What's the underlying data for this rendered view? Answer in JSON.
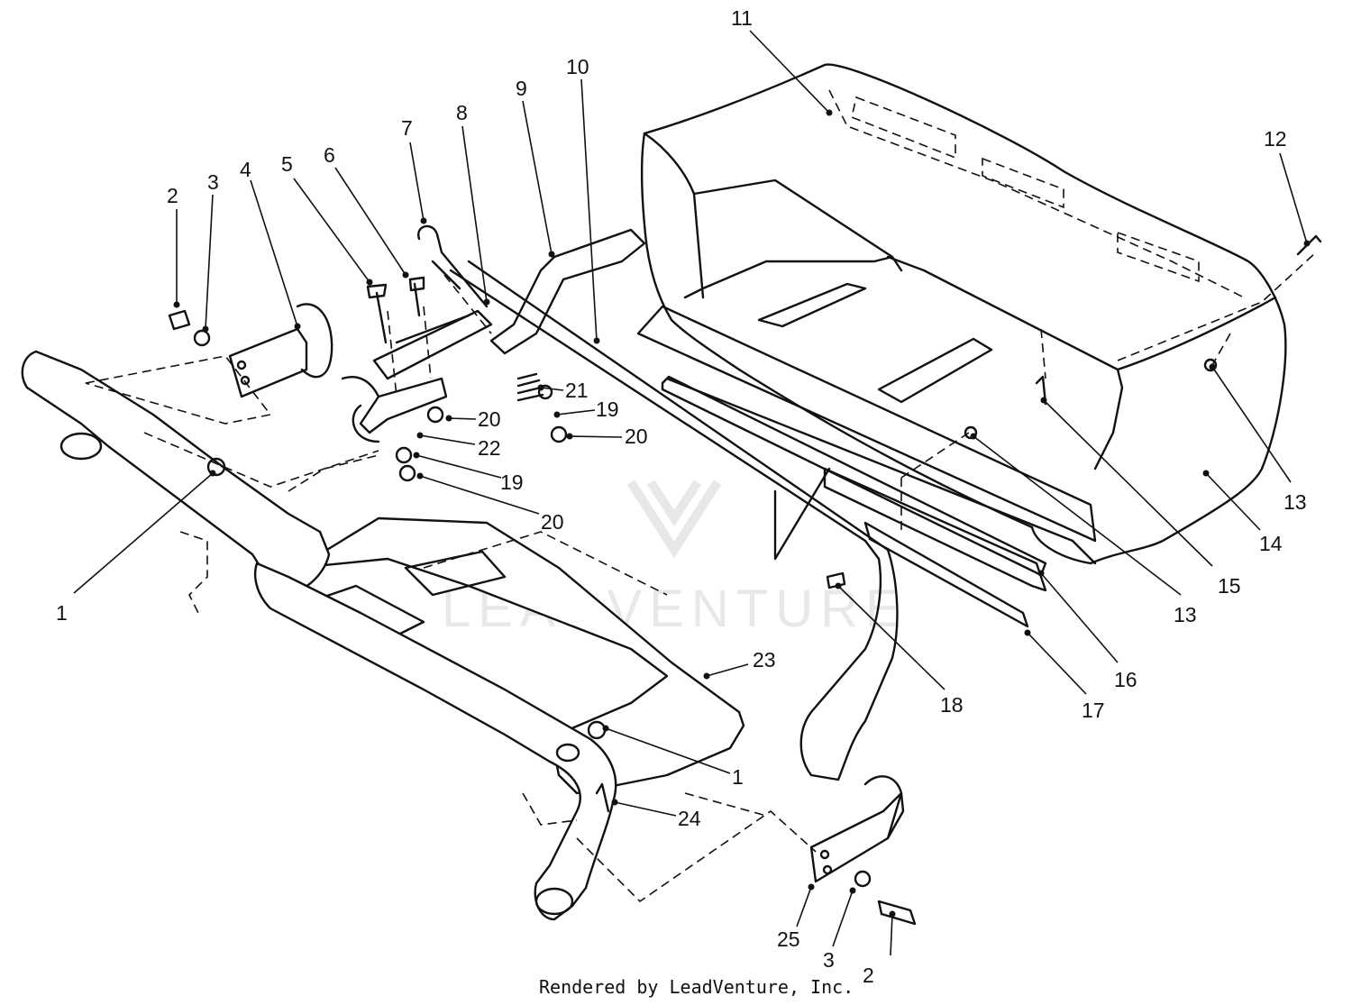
{
  "callouts": [
    {
      "id": "1",
      "label": "1"
    },
    {
      "id": "1b",
      "label": "1"
    },
    {
      "id": "2",
      "label": "2"
    },
    {
      "id": "2b",
      "label": "2"
    },
    {
      "id": "3",
      "label": "3"
    },
    {
      "id": "3b",
      "label": "3"
    },
    {
      "id": "4",
      "label": "4"
    },
    {
      "id": "5",
      "label": "5"
    },
    {
      "id": "6",
      "label": "6"
    },
    {
      "id": "7",
      "label": "7"
    },
    {
      "id": "8",
      "label": "8"
    },
    {
      "id": "9",
      "label": "9"
    },
    {
      "id": "10",
      "label": "10"
    },
    {
      "id": "11",
      "label": "11"
    },
    {
      "id": "12",
      "label": "12"
    },
    {
      "id": "13",
      "label": "13"
    },
    {
      "id": "13b",
      "label": "13"
    },
    {
      "id": "14",
      "label": "14"
    },
    {
      "id": "15",
      "label": "15"
    },
    {
      "id": "16",
      "label": "16"
    },
    {
      "id": "17",
      "label": "17"
    },
    {
      "id": "18",
      "label": "18"
    },
    {
      "id": "19",
      "label": "19"
    },
    {
      "id": "19b",
      "label": "19"
    },
    {
      "id": "20",
      "label": "20"
    },
    {
      "id": "20b",
      "label": "20"
    },
    {
      "id": "20c",
      "label": "20"
    },
    {
      "id": "21",
      "label": "21"
    },
    {
      "id": "22",
      "label": "22"
    },
    {
      "id": "23",
      "label": "23"
    },
    {
      "id": "24",
      "label": "24"
    },
    {
      "id": "25",
      "label": "25"
    }
  ],
  "watermark": {
    "text": "LEADVENTURE"
  },
  "footer": {
    "text": "Rendered by LeadVenture, Inc."
  }
}
